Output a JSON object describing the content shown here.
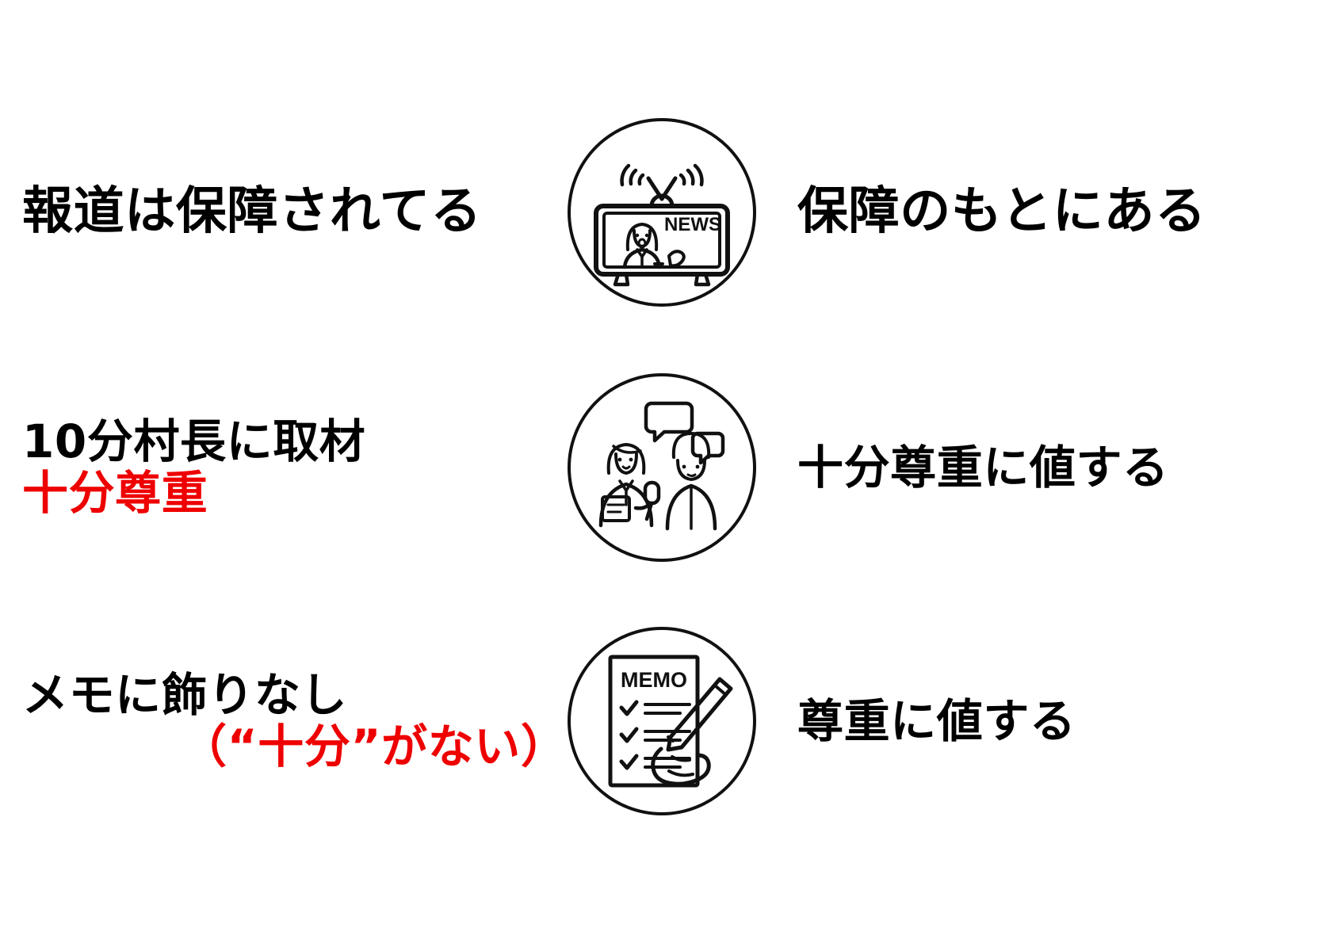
{
  "slide": {
    "background_color": "#ffffff",
    "accent_red": "#ee0000",
    "text_black": "#000000"
  },
  "rows": [
    {
      "id": "row-1",
      "left_lines": [
        {
          "text": "報道は保障されてる",
          "color": "black"
        }
      ],
      "icon": {
        "name": "tv-news-broadcast-icon",
        "screen_label": "NEWS"
      },
      "right_lines": [
        {
          "text": "保障のもとにある",
          "color": "black"
        }
      ]
    },
    {
      "id": "row-2",
      "left_lines": [
        {
          "text": "10分村長に取材",
          "color": "black"
        },
        {
          "text": "十分尊重",
          "color": "red"
        }
      ],
      "icon": {
        "name": "interview-microphone-icon",
        "screen_label": ""
      },
      "right_lines": [
        {
          "text": "十分尊重に値する",
          "color": "black"
        }
      ]
    },
    {
      "id": "row-3",
      "left_lines": [
        {
          "text": "メモに飾りなし",
          "color": "black"
        },
        {
          "text": "（“十分”がない）",
          "color": "red"
        }
      ],
      "icon": {
        "name": "memo-checklist-pen-icon",
        "screen_label": "MEMO"
      },
      "right_lines": [
        {
          "text": "尊重に値する",
          "color": "black"
        }
      ]
    }
  ],
  "text": {
    "r1_left_1": "報道は保障されてる",
    "r1_right_1": "保障のもとにある",
    "r2_left_1": "10分村長に取材",
    "r2_left_2": "十分尊重",
    "r2_right_1": "十分尊重に値する",
    "r3_left_1": "メモに飾りなし",
    "r3_left_2": "（“十分”がない）",
    "r3_right_1": "尊重に値する",
    "icon1_label": "NEWS",
    "icon3_label": "MEMO"
  }
}
